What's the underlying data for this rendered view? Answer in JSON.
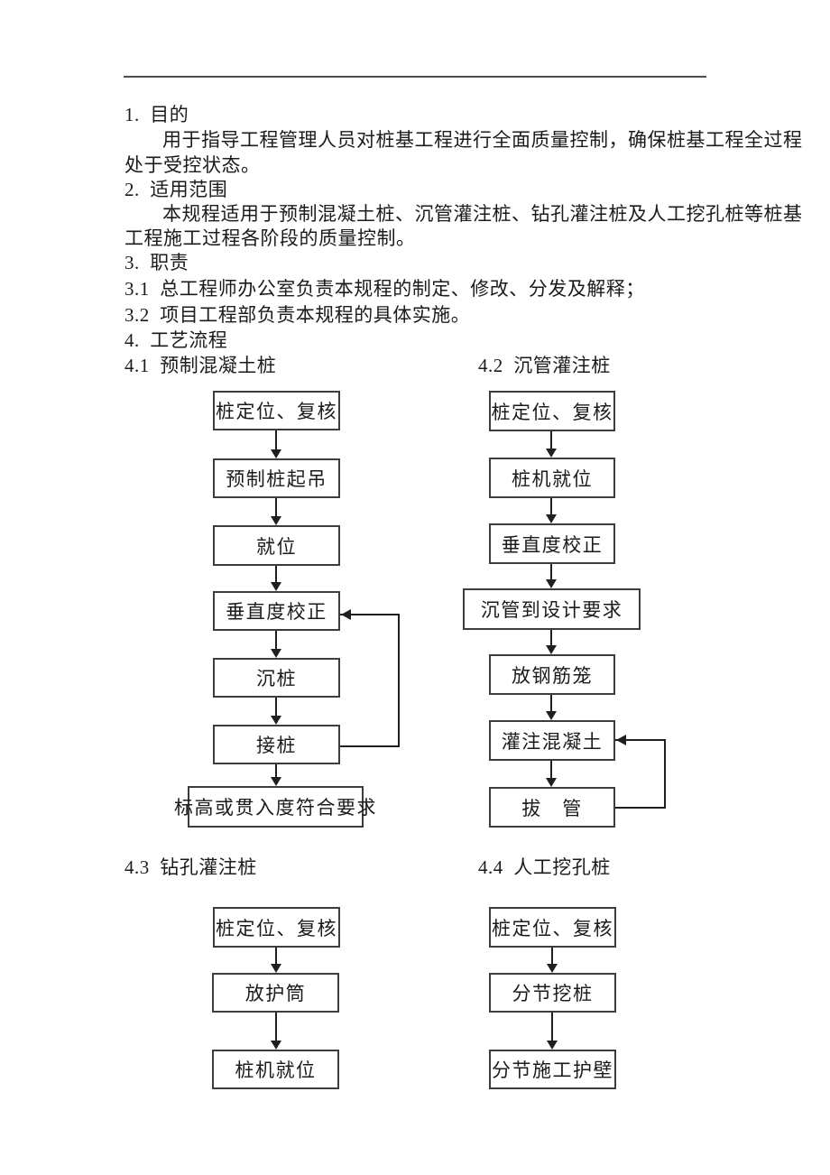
{
  "doc": {
    "s1_heading": "1.  目的",
    "s1_line1": "用于指导工程管理人员对桩基工程进行全面质量控制，确保桩基工程全过程",
    "s1_line2": "处于受控状态。",
    "s2_heading": "2.  适用范围",
    "s2_line1": "本规程适用于预制混凝土桩、沉管灌注桩、钻孔灌注桩及人工挖孔桩等桩基",
    "s2_line2": "工程施工过程各阶段的质量控制。",
    "s3_heading": "3.  职责",
    "s3_item1": "3.1  总工程师办公室负责本规程的制定、修改、分发及解释；",
    "s3_item2": "3.2  项目工程部负责本规程的具体实施。",
    "s4_heading": "4.  工艺流程"
  },
  "flow": {
    "f41": {
      "title": "4.1  预制混凝土桩",
      "steps": [
        "桩定位、复核",
        "预制桩起吊",
        "就位",
        "垂直度校正",
        "沉桩",
        "接桩",
        "标高或贯入度符合要求"
      ],
      "loop": "接桩 → 垂直度校正"
    },
    "f42": {
      "title": "4.2  沉管灌注桩",
      "steps": [
        "桩定位、复核",
        "桩机就位",
        "垂直度校正",
        "沉管到设计要求",
        "放钢筋笼",
        "灌注混凝土",
        "拔　管"
      ],
      "loop": "拔管 → 灌注混凝土"
    },
    "f43": {
      "title": "4.3  钻孔灌注桩",
      "steps": [
        "桩定位、复核",
        "放护筒",
        "桩机就位"
      ]
    },
    "f44": {
      "title": "4.4  人工挖孔桩",
      "steps": [
        "桩定位、复核",
        "分节挖桩",
        "分节施工护壁"
      ]
    }
  },
  "colors": {
    "ink": "#1b1b1b",
    "box_border": "#3d3d3d",
    "rule": "#4d4d4d",
    "background": "#ffffff"
  }
}
